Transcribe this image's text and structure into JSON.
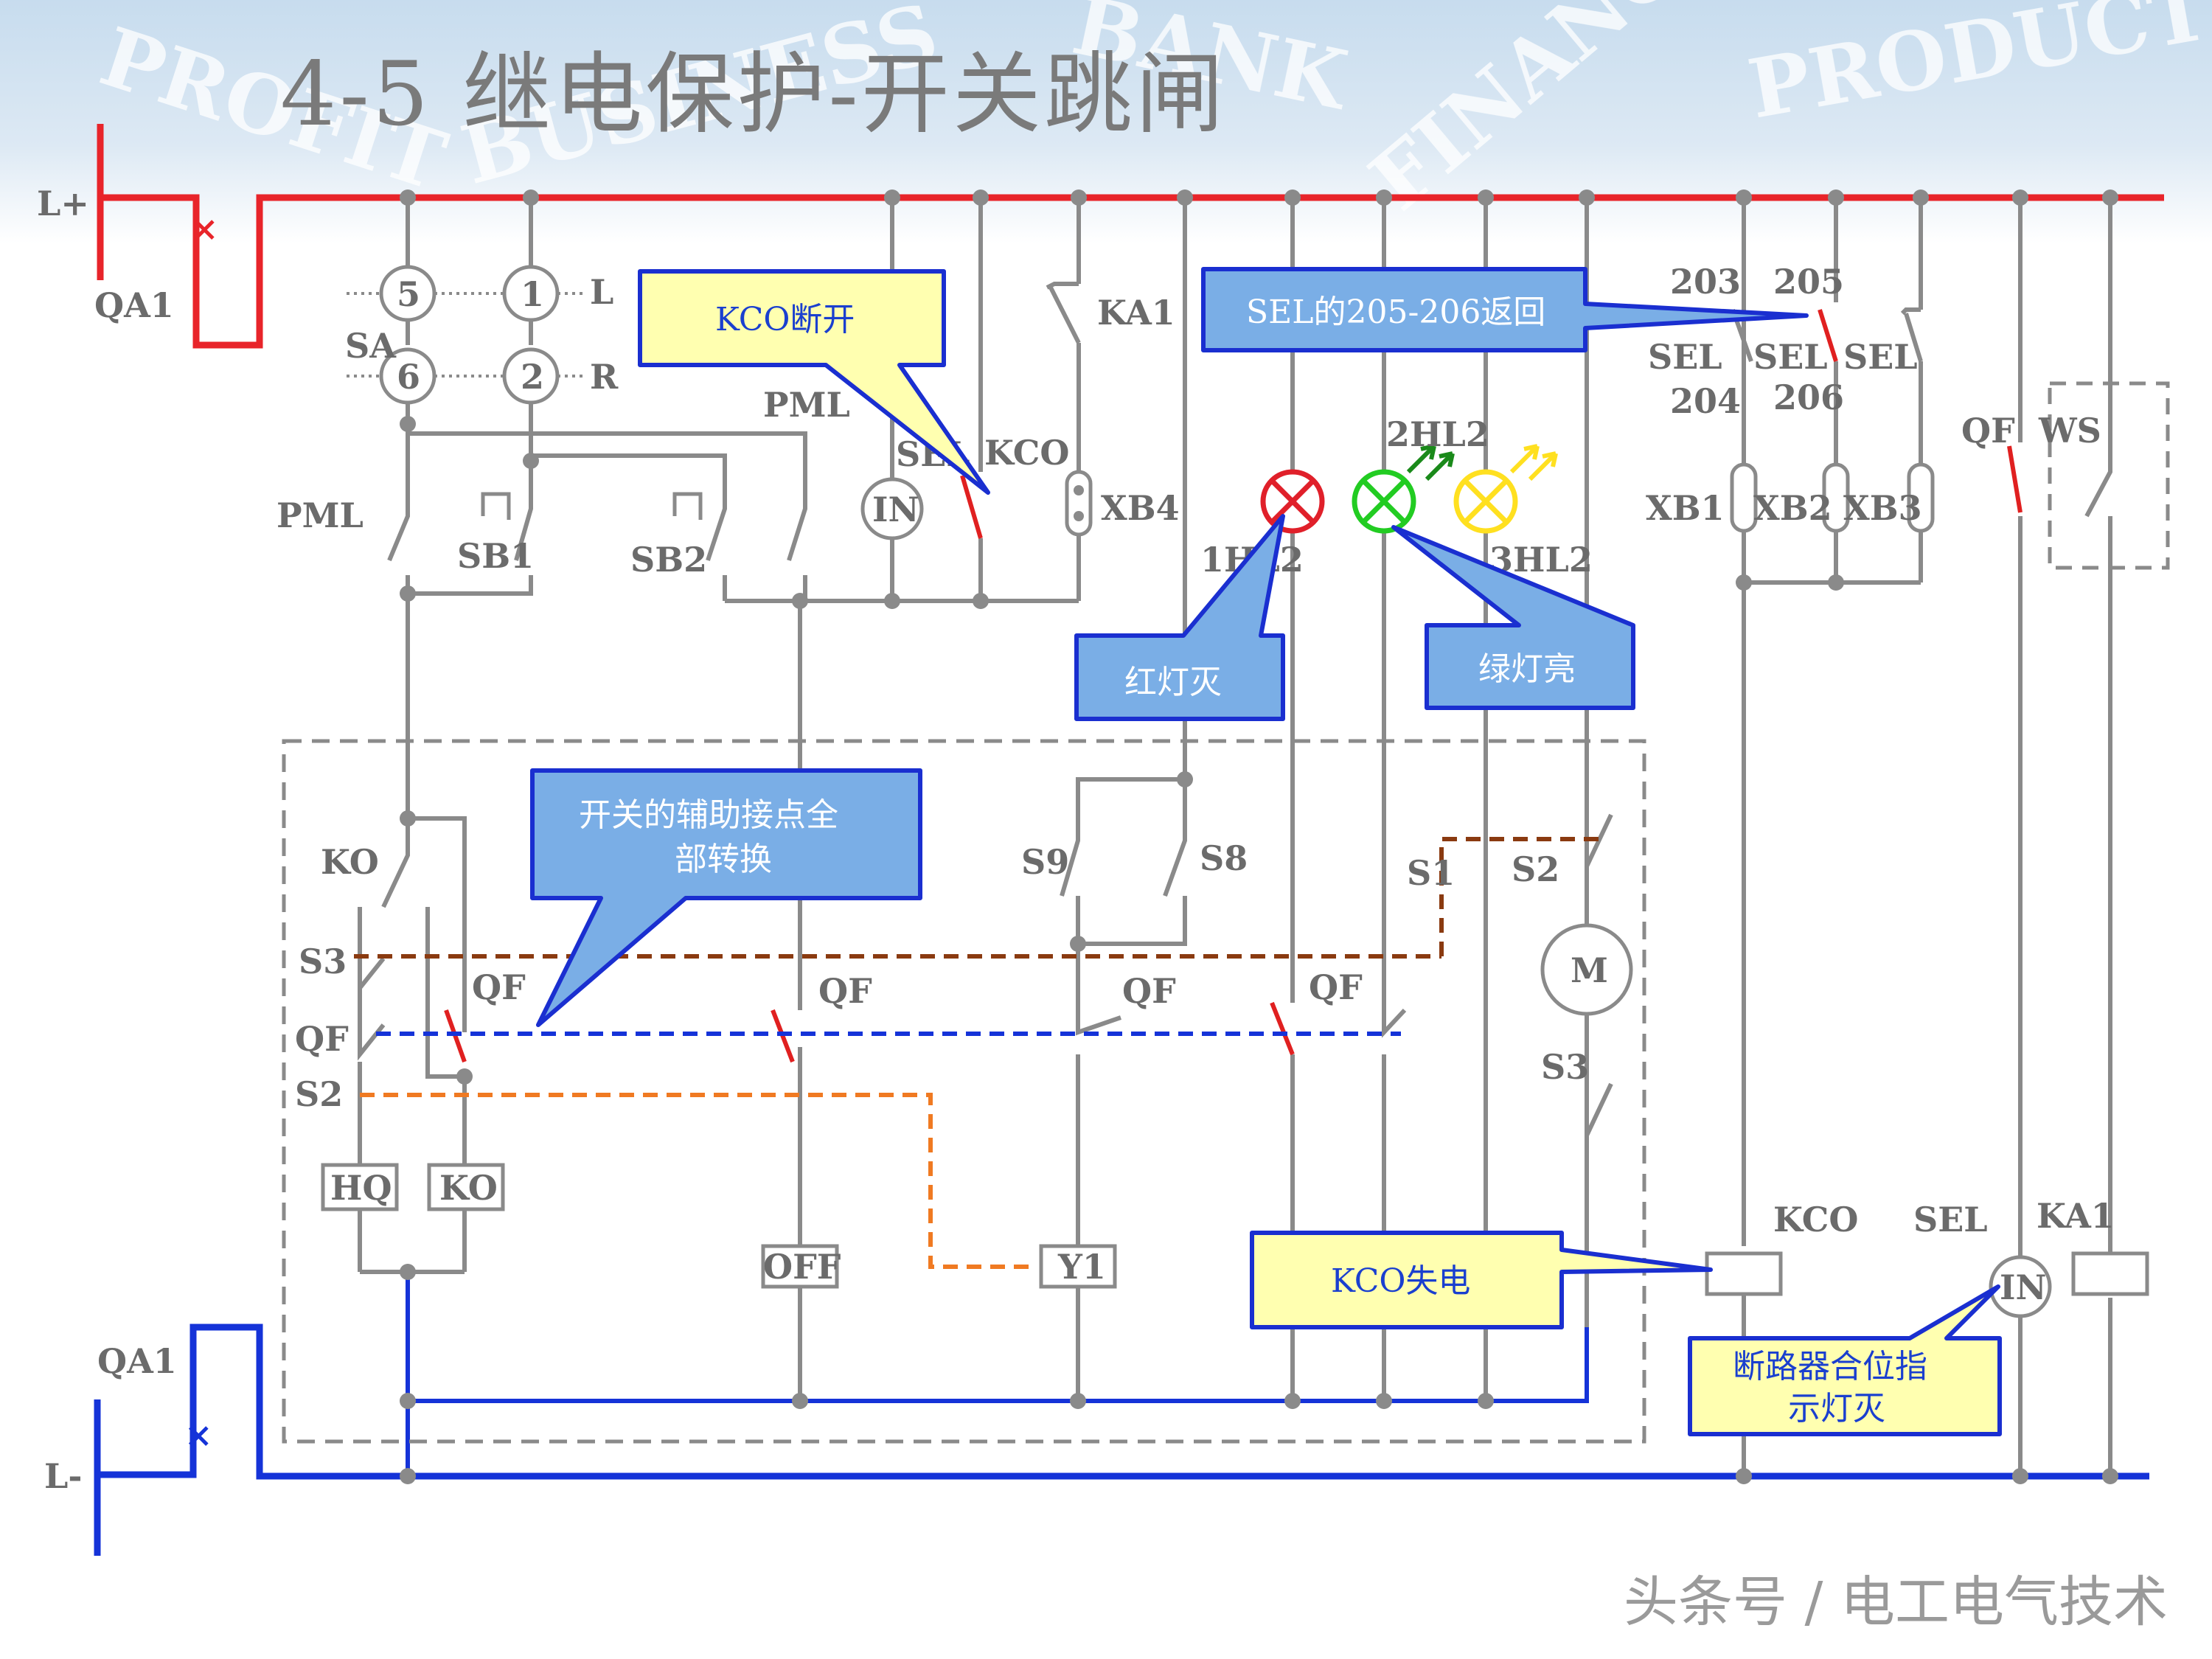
{
  "title": "4-5   继电保护-开关跳闸",
  "watermark": "头条号 / 电工电气技术",
  "background_text": [
    "PROFIT",
    "BUSINESS",
    "BANK",
    "FINANCE",
    "PRODUCT"
  ],
  "colors": {
    "positive_bus": "#e8242a",
    "negative_bus": "#1533d8",
    "wire": "#8a8a8a",
    "dash_brown": "#8a3a10",
    "dash_blue": "#1533d8",
    "dash_orange": "#f07a22",
    "callout_yellow": "#ffffb0",
    "callout_blue": "#7aaee6",
    "lamp_red": "#e0202a",
    "lamp_green": "#22cc22",
    "lamp_yellow": "#ffe020"
  },
  "bus": {
    "positive": "L+",
    "negative": "L-",
    "breaker_top": "QA1",
    "breaker_bottom": "QA1"
  },
  "labels": {
    "sa": "SA",
    "sa_l": "L",
    "sa_r": "R",
    "sa_5": "5",
    "sa_1": "1",
    "sa_6": "6",
    "sa_2": "2",
    "pml_left": "PML",
    "pml_top": "PML",
    "sb1": "SB1",
    "sb2": "SB2",
    "in_relay": "IN",
    "sel_contact": "SEL",
    "kco_contact": "KCO",
    "xb4": "XB4",
    "ka1_contact": "KA1",
    "hl1": "1HL2",
    "hl2": "2HL2",
    "hl3": "3HL2",
    "c203": "203",
    "c205": "205",
    "sel_a": "SEL",
    "sel_b": "SEL",
    "sel_c": "SEL",
    "c204": "204",
    "c206": "206",
    "xb1": "XB1",
    "xb2": "XB2",
    "xb3": "XB3",
    "qf_right": "QF",
    "ws": "WS",
    "ko_contact": "KO",
    "s3_left": "S3",
    "qf_left": "QF",
    "s2_left": "S2",
    "qf_a": "QF",
    "qf_b": "QF",
    "s9": "S9",
    "s8": "S8",
    "qf_c": "QF",
    "qf_d": "QF",
    "s1": "S1",
    "s2_right": "S2",
    "motor": "M",
    "s3_right": "S3",
    "hq_coil": "HQ",
    "ko_coil": "KO",
    "off_coil": "OFF",
    "y1_coil": "Y1",
    "kco_coil": "KCO",
    "sel_coil": "SEL",
    "sel_in": "IN",
    "ka1_coil": "KA1"
  },
  "callouts": {
    "kco_open": "KCO断开",
    "sel_return": "SEL的205-206返回",
    "red_off": "红灯灭",
    "green_on": "绿灯亮",
    "aux_switch_line1": "开关的辅助接点全",
    "aux_switch_line2": "部转换",
    "kco_lose_power": "KCO失电",
    "indicator_line1": "断路器合位指",
    "indicator_line2": "示灯灭"
  }
}
